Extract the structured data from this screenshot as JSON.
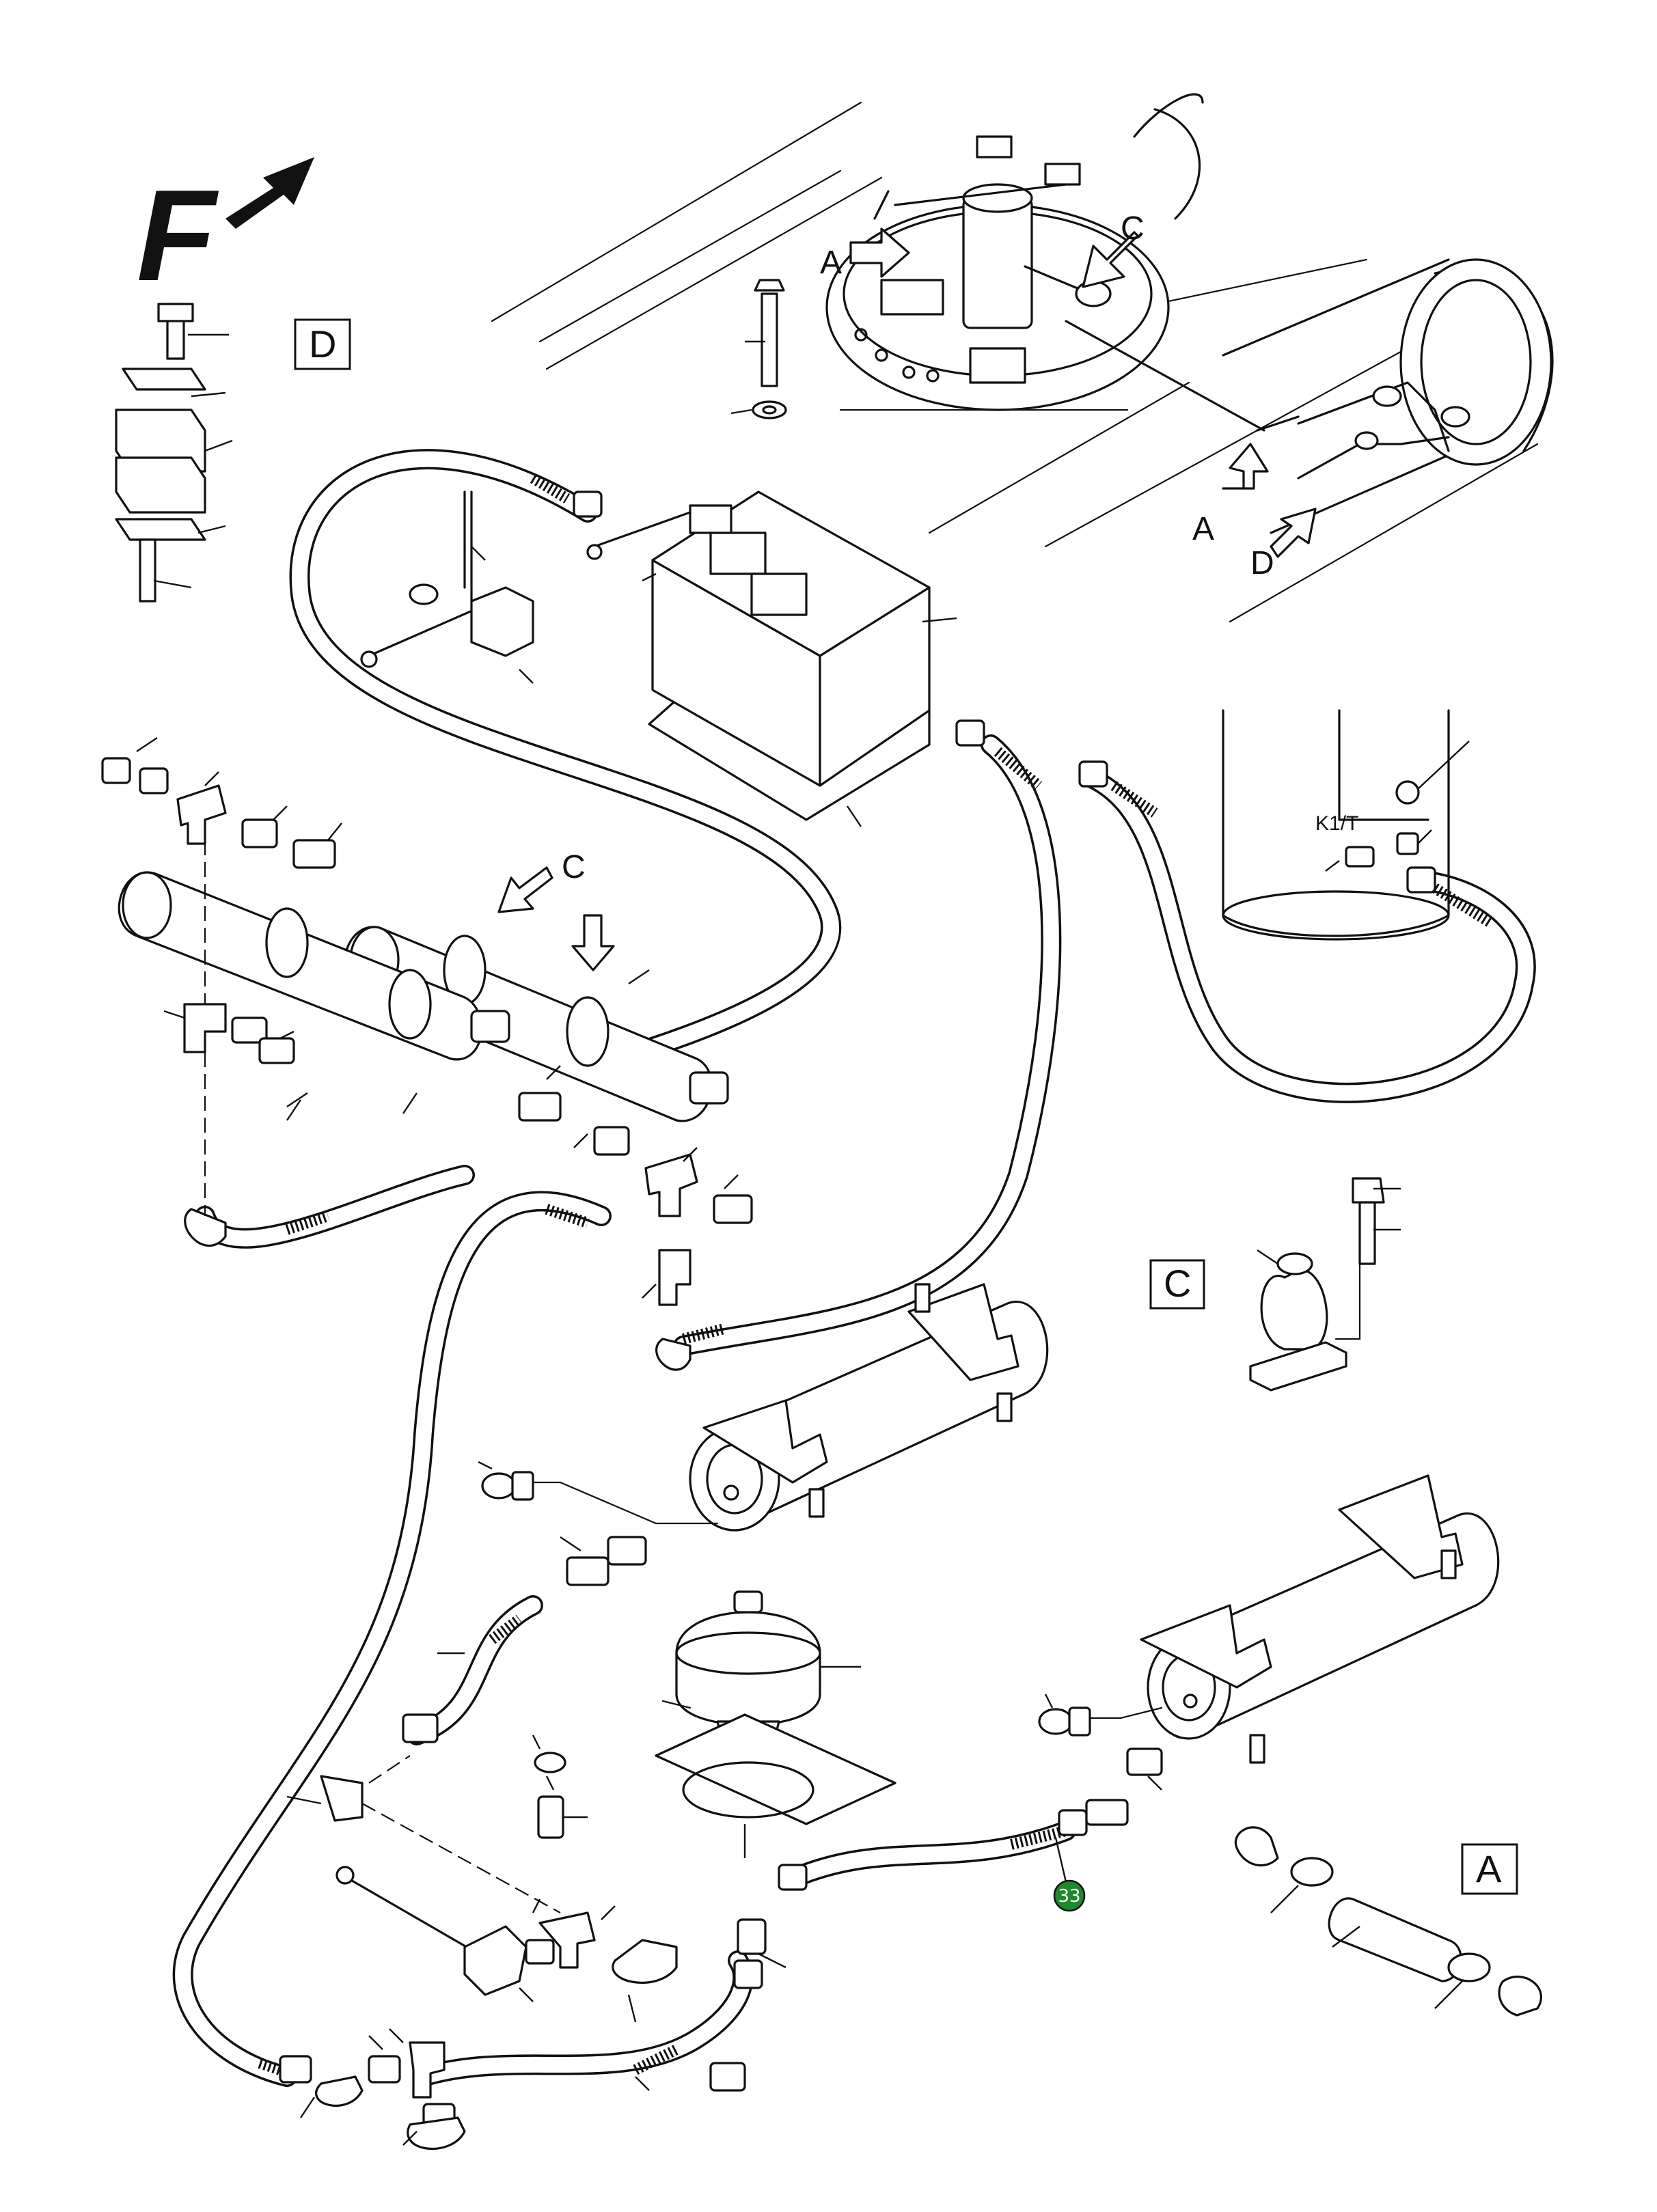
{
  "diagram": {
    "direction_label": "F",
    "view_labels": {
      "a_main": "A",
      "a_lower": "A",
      "c_main": "C",
      "c_cylinder": "C",
      "d_main": "D"
    },
    "detail_boxes": {
      "d": "D",
      "c": "C",
      "a": "A"
    },
    "tank_marking": "K1/T",
    "callout": {
      "number": "33",
      "color": "#1e8a2e"
    }
  }
}
